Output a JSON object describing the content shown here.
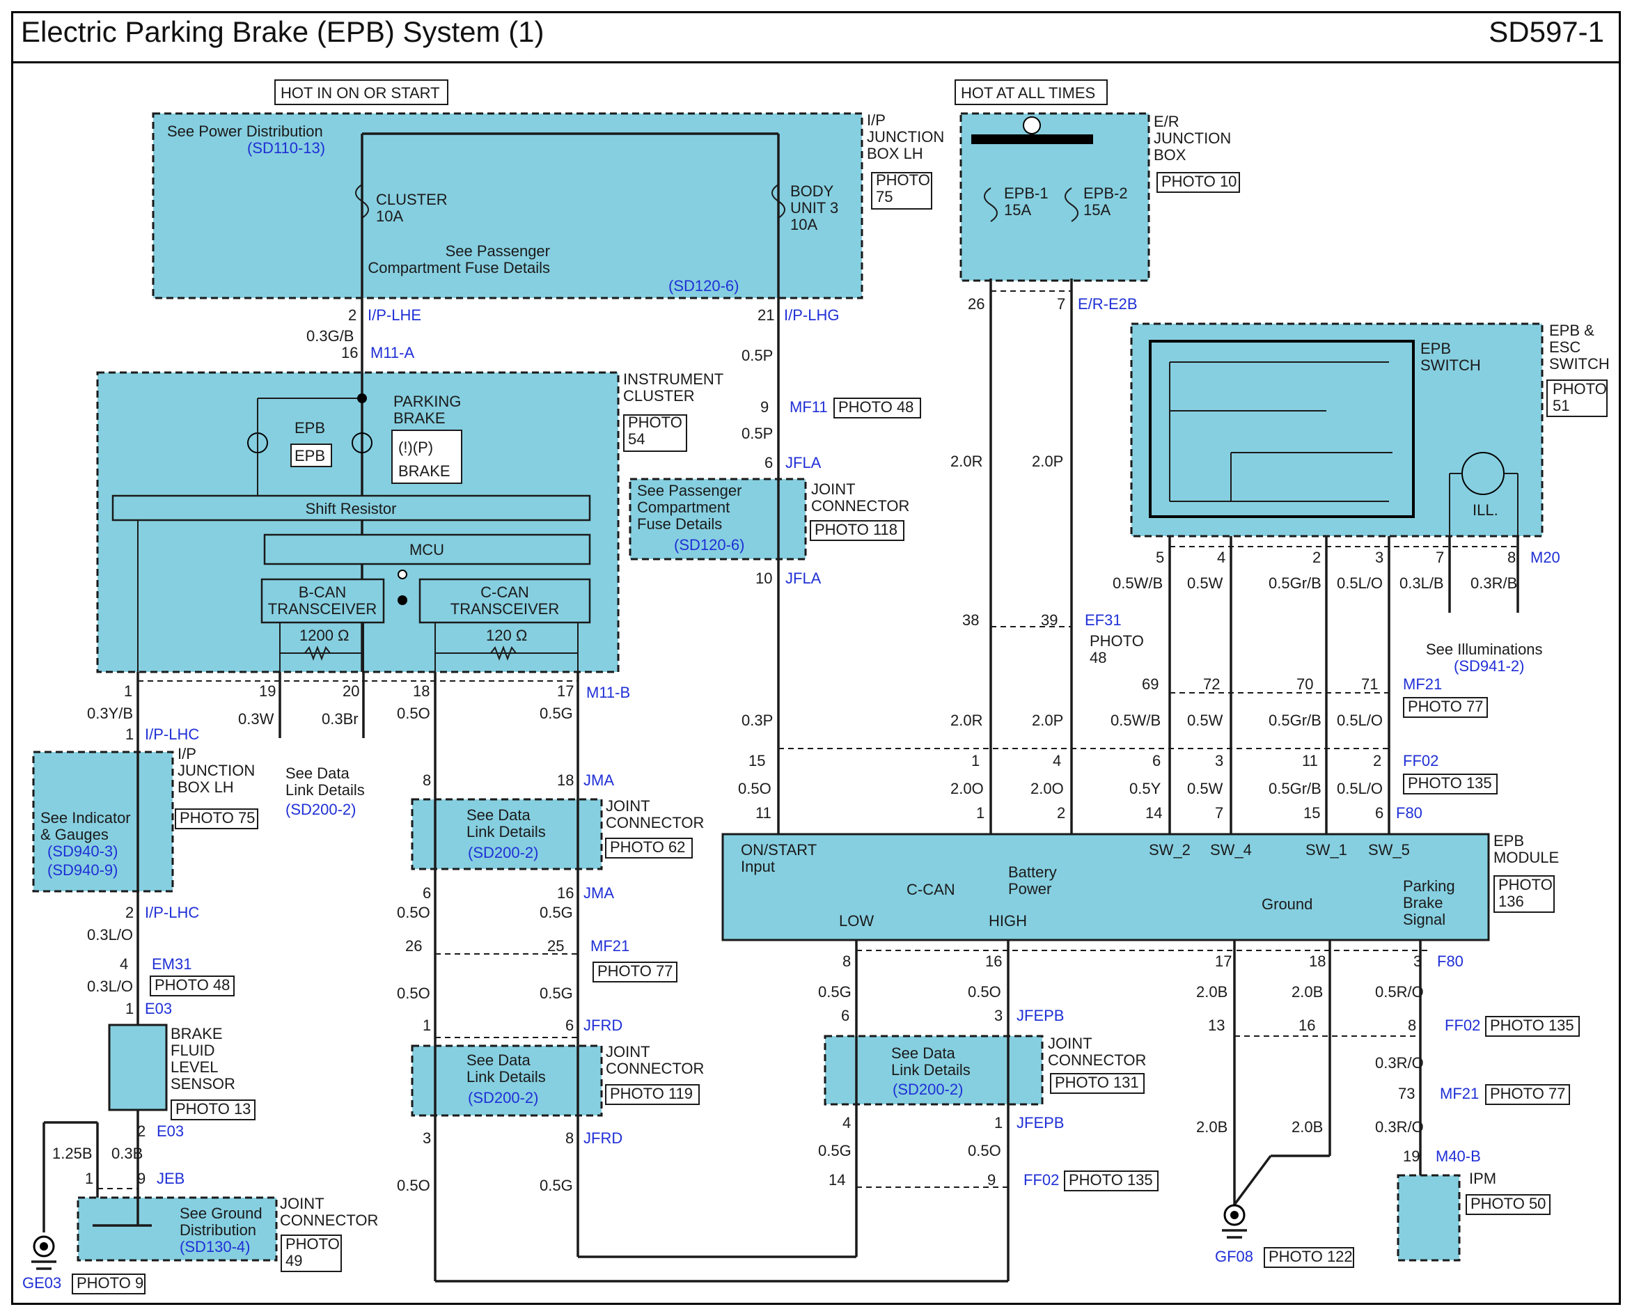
{
  "header": {
    "title": "Electric Parking Brake (EPB) System (1)",
    "code": "SD597-1"
  },
  "power": {
    "hot_run": "HOT IN ON OR START",
    "hot_all": "HOT AT ALL TIMES"
  },
  "ip_jb": {
    "name": "I/P\nJUNCTION\nBOX LH",
    "photo": "PHOTO\n75",
    "see_power": "See Power Distribution",
    "see_power_ref": "(SD110-13)",
    "fuse1": "CLUSTER\n10A",
    "fuse2": "BODY\nUNIT 3\n10A",
    "see_pass": "See Passenger\nCompartment Fuse Details",
    "see_pass_ref": "(SD120-6)"
  },
  "er_jb": {
    "name": "E/R\nJUNCTION\nBOX",
    "photo": "PHOTO 10",
    "fuse1": "EPB-1\n15A",
    "fuse2": "EPB-2\n15A"
  },
  "cluster": {
    "name": "INSTRUMENT\nCLUSTER",
    "photo": "PHOTO\n54",
    "epb": "EPB",
    "epb_box": "EPB",
    "parking": "PARKING\nBRAKE",
    "brake_symbol": "(!)(P)",
    "brake_box": "BRAKE",
    "shift": "Shift Resistor",
    "mcu": "MCU",
    "bcan": "B-CAN\nTRANSCEIVER",
    "ccan": "C-CAN\nTRANSCEIVER",
    "ohm1": "1200 Ω",
    "ohm2": "120 Ω"
  },
  "ip_jb2": {
    "name": "I/P\nJUNCTION\nBOX LH",
    "photo": "PHOTO 75",
    "see": "See Indicator\n& Gauges",
    "ref1": "(SD940-3)",
    "ref2": "(SD940-9)"
  },
  "sensor": {
    "name": "BRAKE\nFLUID\nLEVEL\nSENSOR",
    "photo": "PHOTO 13"
  },
  "jeb": {
    "name": "JOINT\nCONNECTOR",
    "photo": "PHOTO\n49",
    "see": "See Ground\nDistribution",
    "ref": "(SD130-4)"
  },
  "jfla": {
    "name": "JOINT\nCONNECTOR",
    "photo": "PHOTO 118",
    "see": "See Passenger\nCompartment\nFuse Details",
    "ref": "(SD120-6)"
  },
  "jma": {
    "name": "JOINT\nCONNECTOR",
    "photo": "PHOTO 62",
    "see": "See Data\nLink Details",
    "ref": "(SD200-2)"
  },
  "jfrd": {
    "name": "JOINT\nCONNECTOR",
    "photo": "PHOTO 119",
    "see": "See Data\nLink Details",
    "ref": "(SD200-2)"
  },
  "jfepb": {
    "name": "JOINT\nCONNECTOR",
    "photo": "PHOTO 131",
    "see": "See Data\nLink Details",
    "ref": "(SD200-2)"
  },
  "datalink": {
    "see": "See Data\nLink Details",
    "ref": "(SD200-2)"
  },
  "switch": {
    "name": "EPB &\nESC\nSWITCH",
    "photo": "PHOTO\n51",
    "inner": "EPB\nSWITCH",
    "ill": "ILL.",
    "see": "See Illuminations",
    "ref": "(SD941-2)"
  },
  "module": {
    "name": "EPB\nMODULE",
    "photo": "PHOTO\n136",
    "input": "ON/START\nInput",
    "battery": "Battery\nPower",
    "ccan": "C-CAN",
    "low": "LOW",
    "high": "HIGH",
    "ground": "Ground",
    "pbs": "Parking\nBrake\nSignal",
    "sw2": "SW_2",
    "sw4": "SW_4",
    "sw1": "SW_1",
    "sw5": "SW_5"
  },
  "ipm": {
    "name": "IPM",
    "photo": "PHOTO 50"
  },
  "grounds": {
    "ge03": "GE03",
    "ge03_photo": "PHOTO 9",
    "gf08": "GF08",
    "gf08_photo": "PHOTO 122"
  },
  "connectors": {
    "iplhe": "I/P-LHE",
    "m11a": "M11-A",
    "iplhg": "I/P-LHG",
    "mf11": "MF11",
    "mf11_photo": "PHOTO 48",
    "jfla": "JFLA",
    "ere2b": "E/R-E2B",
    "ef31": "EF31",
    "ef31_photo": "PHOTO\n48",
    "m20": "M20",
    "mf21": "MF21",
    "mf21_photo": "PHOTO 77",
    "ff02": "FF02",
    "ff02_photo": "PHOTO 135",
    "f80": "F80",
    "m11b": "M11-B",
    "iplhc": "I/P-LHC",
    "em31": "EM31",
    "em31_photo": "PHOTO 48",
    "e03": "E03",
    "jeb": "JEB",
    "jma": "JMA",
    "jfrd": "JFRD",
    "jfepb": "JFEPB",
    "m40b": "M40-B"
  },
  "wire_labels": [
    "0.3G/B",
    "0.5P",
    "0.5P",
    "0.3P",
    "0.5O",
    "2.0R",
    "2.0P",
    "2.0R",
    "2.0P",
    "2.0O",
    "2.0O",
    "0.5W/B",
    "0.5W",
    "0.5Gr/B",
    "0.5L/O",
    "0.3L/B",
    "0.3R/B",
    "0.5W/B",
    "0.5W",
    "0.5Gr/B",
    "0.5L/O",
    "0.5Y",
    "0.5W",
    "0.5Gr/B",
    "0.5L/O",
    "0.3Y/B",
    "0.3W",
    "0.3Br",
    "0.5O",
    "0.5G",
    "0.3L/O",
    "0.3L/O",
    "1.25B",
    "0.3B",
    "0.5O",
    "0.5G",
    "0.5O",
    "0.5G",
    "0.5O",
    "0.5G",
    "0.5G",
    "0.5O",
    "0.5G",
    "0.5O",
    "2.0B",
    "2.0B",
    "2.0B",
    "2.0B",
    "0.5R/O",
    "0.3R/O",
    "0.3R/O"
  ],
  "pins": [
    "2",
    "16",
    "21",
    "9",
    "6",
    "10",
    "15",
    "11",
    "26",
    "7",
    "38",
    "39",
    "1",
    "4",
    "1",
    "2",
    "5",
    "4",
    "2",
    "3",
    "7",
    "8",
    "69",
    "72",
    "70",
    "71",
    "6",
    "3",
    "11",
    "2",
    "14",
    "7",
    "15",
    "6",
    "1",
    "19",
    "20",
    "18",
    "17",
    "1",
    "2",
    "4",
    "1",
    "2",
    "1",
    "9",
    "8",
    "18",
    "6",
    "16",
    "26",
    "25",
    "1",
    "6",
    "3",
    "8",
    "8",
    "16",
    "6",
    "3",
    "4",
    "1",
    "14",
    "9",
    "17",
    "18",
    "13",
    "16",
    "3",
    "8",
    "73",
    "19"
  ]
}
